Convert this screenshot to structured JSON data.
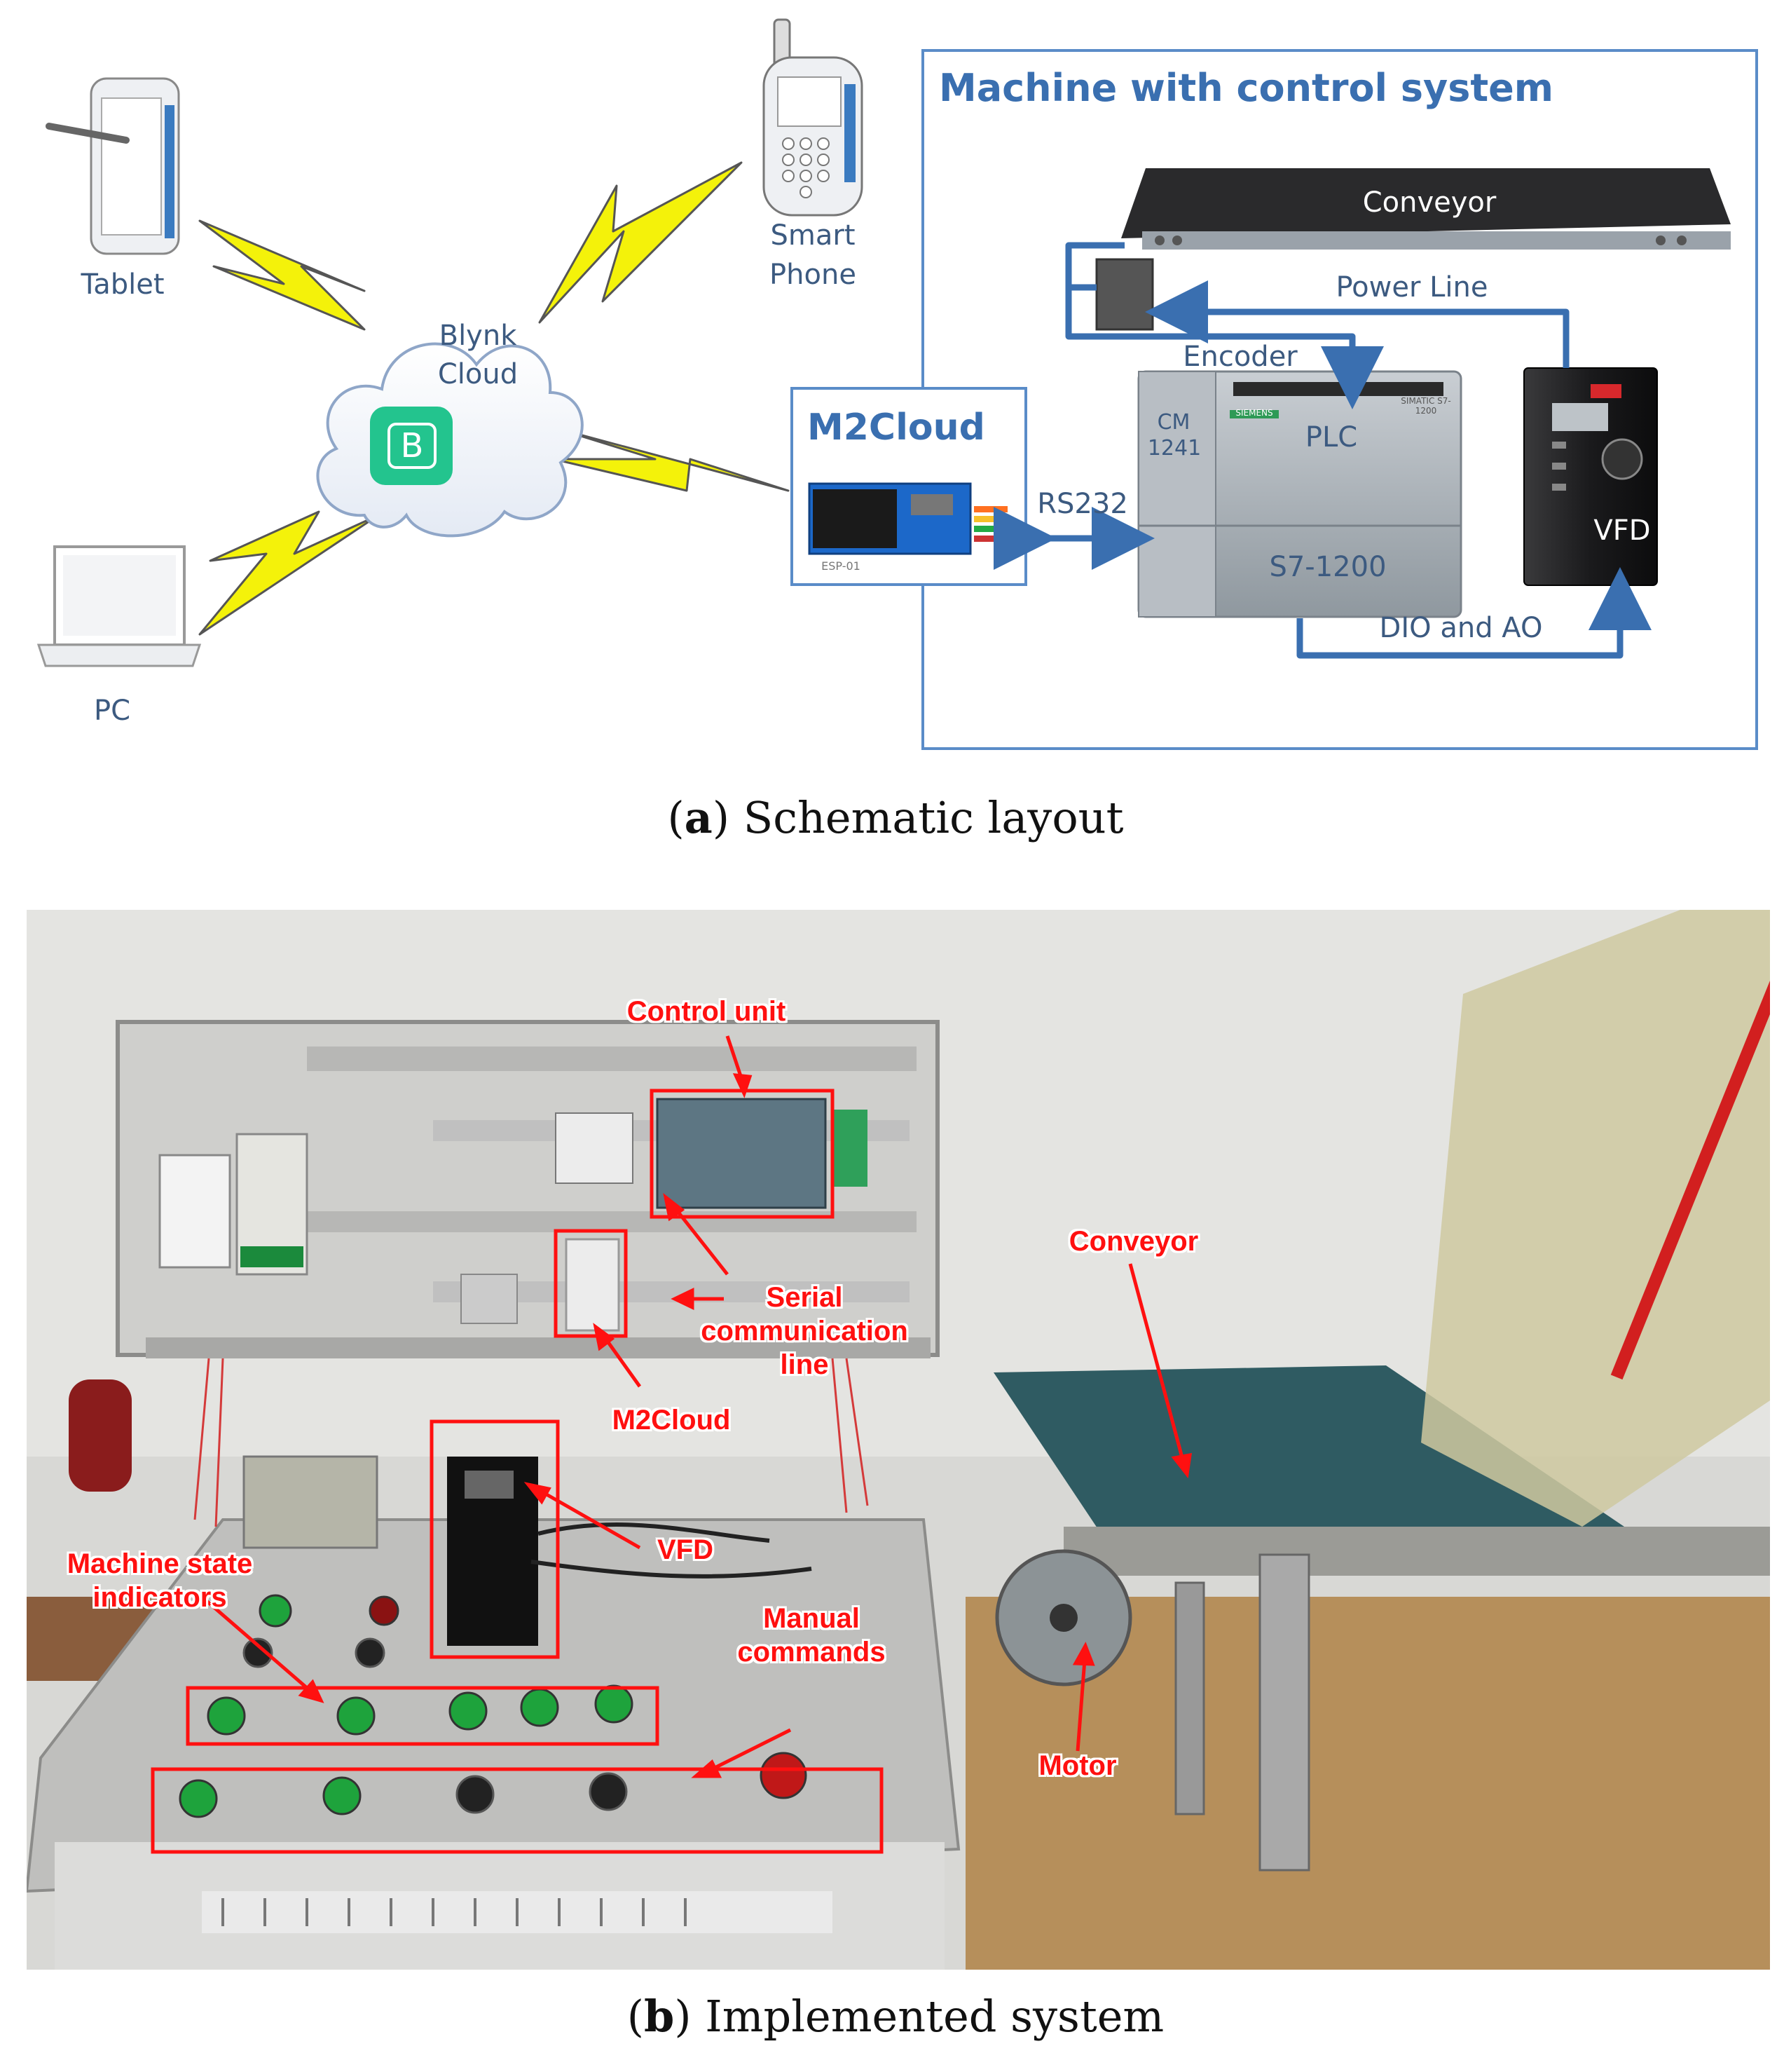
{
  "schematic": {
    "title": "Machine with control system",
    "devices": {
      "tablet": "Tablet",
      "smartphone_line1": "Smart",
      "smartphone_line2": "Phone",
      "pc": "PC",
      "cloud_line1": "Blynk",
      "cloud_line2": "Cloud",
      "cloud_logo": "B"
    },
    "m2cloud": "M2Cloud",
    "esp_label": "ESP-01",
    "rs232": "RS232",
    "conveyor": "Conveyor",
    "power_line": "Power Line",
    "encoder": "Encoder",
    "plc": {
      "cm_line1": "CM",
      "cm_line2": "1241",
      "label": "PLC",
      "model": "S7-1200",
      "brand": "SIEMENS",
      "series": "SIMATIC S7-1200"
    },
    "vfd": "VFD",
    "dio": "DIO and AO",
    "colors": {
      "accent": "#3a6fb0",
      "lightning": "#f4f20a",
      "frame": "#5a8cc8"
    }
  },
  "captions": {
    "a_letter": "a",
    "a_text": "Schematic layout",
    "b_letter": "b",
    "b_text": "Implemented system"
  },
  "photo": {
    "annotations": {
      "control_unit": "Control unit",
      "conveyor": "Conveyor",
      "serial_line1": "Serial",
      "serial_line2": "communication",
      "serial_line3": "line",
      "m2cloud": "M2Cloud",
      "vfd": "VFD",
      "machine_state_line1": "Machine state",
      "machine_state_line2": "indicators",
      "manual_line1": "Manual",
      "manual_line2": "commands",
      "motor": "Motor"
    },
    "colors": {
      "annotation": "#ff1010"
    }
  }
}
